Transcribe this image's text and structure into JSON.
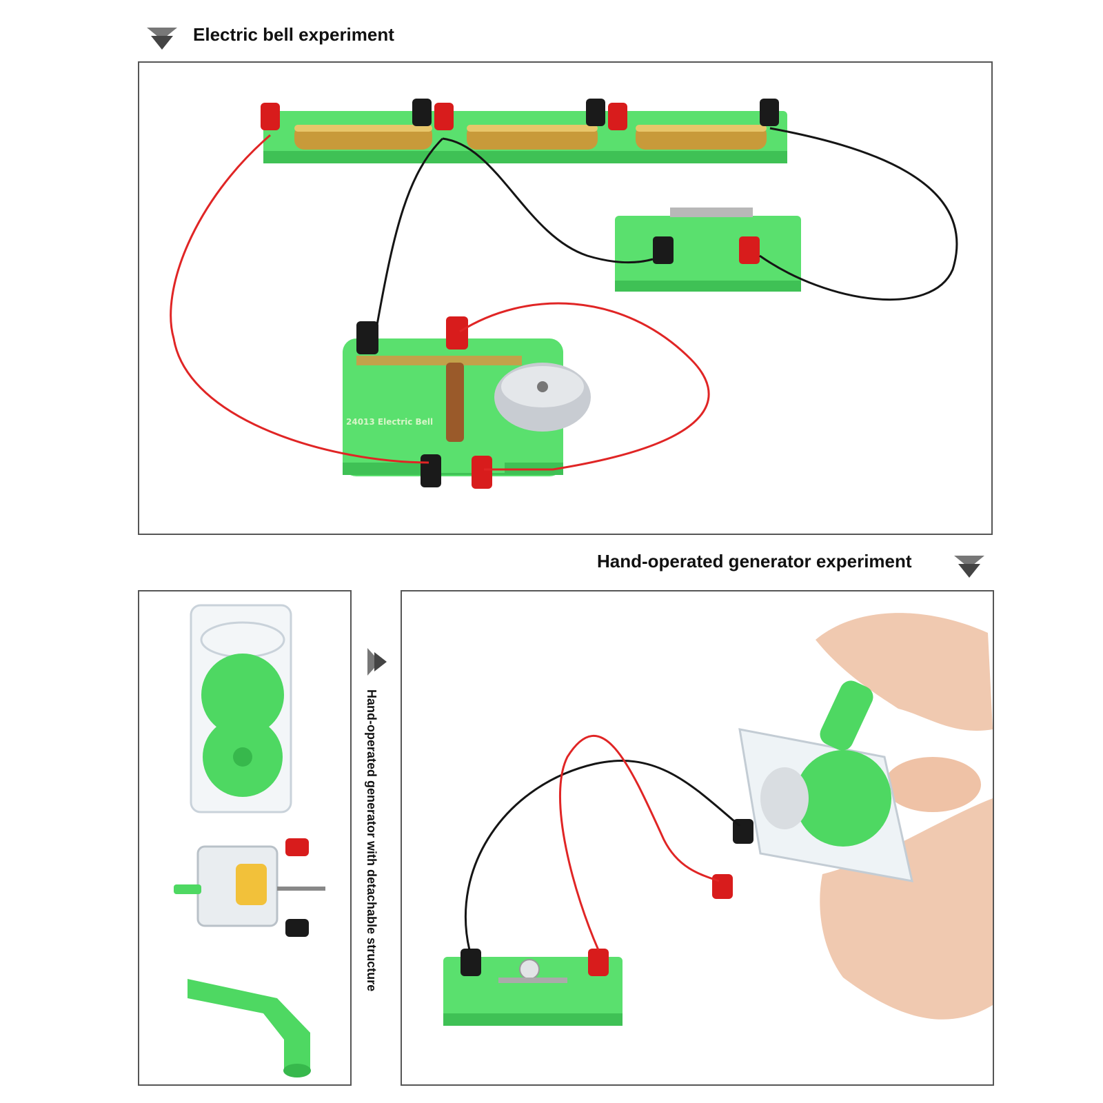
{
  "sections": {
    "bell": {
      "heading": "Electric bell experiment",
      "model_label": "24013 Electric Bell"
    },
    "generator": {
      "heading": "Hand-operated generator experiment",
      "side_label": "Hand-operated generator with detachable structure"
    }
  },
  "colors": {
    "base_green": "#55e06a",
    "terminal_red": "#d81c1c",
    "terminal_black": "#1a1a1a",
    "wire_red": "#e02525",
    "wire_black": "#151515",
    "battery_gold": "#c89a3a",
    "panel_border": "#555555"
  },
  "icons": [
    "down-arrow-icon",
    "right-arrow-icon"
  ]
}
